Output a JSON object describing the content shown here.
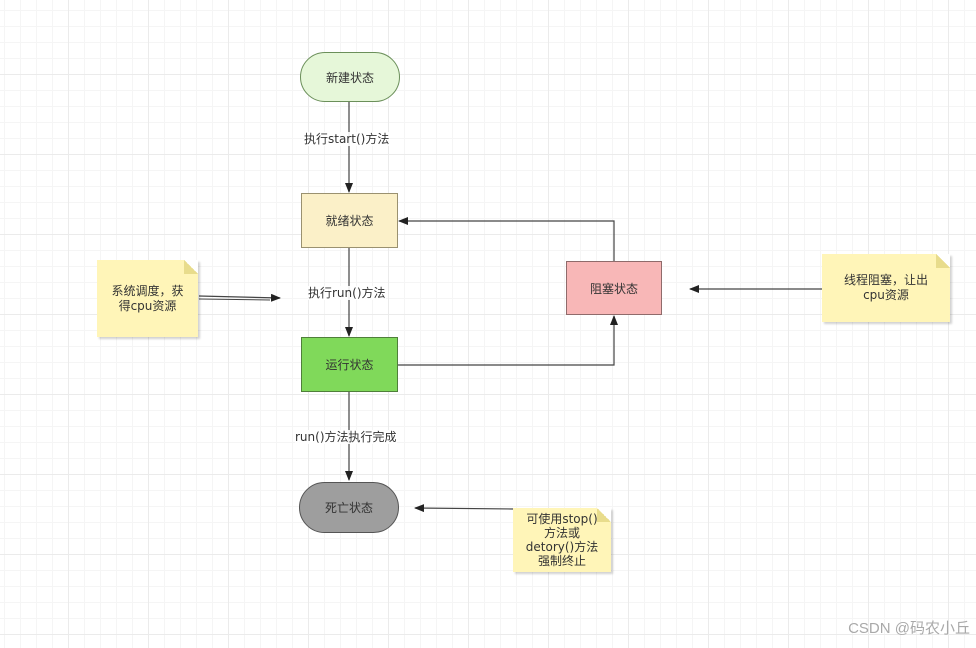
{
  "nodes": {
    "new": "新建状态",
    "ready": "就绪状态",
    "running": "运行状态",
    "blocked": "阻塞状态",
    "dead": "死亡状态"
  },
  "edge_labels": {
    "start": "执行start()方法",
    "run": "执行run()方法",
    "finish": "run()方法执行完成"
  },
  "notes": {
    "schedule_line1": "系统调度，获",
    "schedule_line2": "得cpu资源",
    "blocked_line1": "线程阻塞，让出",
    "blocked_line2": "cpu资源",
    "stop_line1": "可使用stop()",
    "stop_line2": "方法或",
    "stop_line3": "detory()方法",
    "stop_line4": "强制终止"
  },
  "colors": {
    "new": "#e6f7d9",
    "ready": "#fbf0c8",
    "running": "#80d95a",
    "blocked": "#f8b7b7",
    "dead": "#9e9e9e",
    "note": "#fff5b8"
  },
  "watermark": "CSDN @码农小丘"
}
